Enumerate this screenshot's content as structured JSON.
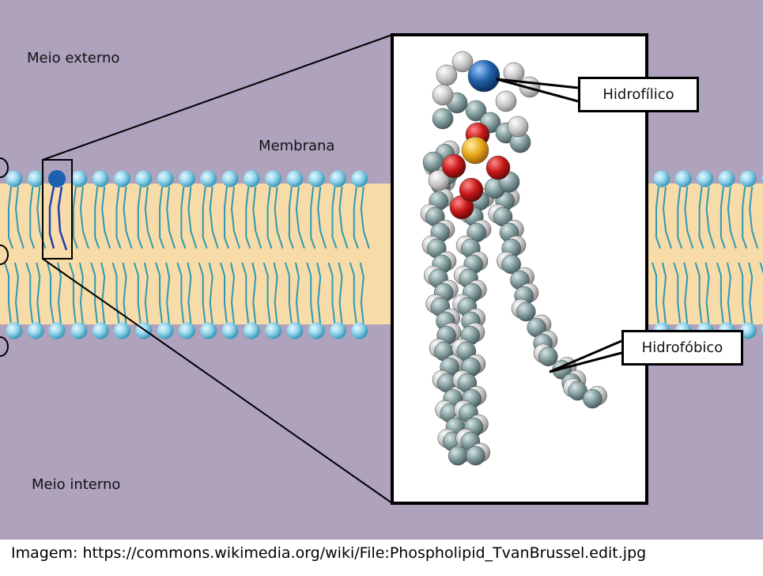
{
  "labels": {
    "external_medium": "Meio externo",
    "membrane": "Membrana",
    "internal_medium": "Meio interno",
    "hydrophilic": "Hidrofílico",
    "hydrophobic": "Hidrofóbico"
  },
  "caption": "Imagem: https://commons.wikimedia.org/wiki/File:Phospholipid_TvanBrussel.edit.jpg",
  "colors": {
    "background": "#aea2bd",
    "membrane_core": "#f7dba9",
    "head_light": "#9fdcee",
    "tail": "#2e9ab2",
    "highlight_head": "#1a62b0",
    "atom_carbon": "#7e9a9b",
    "atom_oxygen": "#c01818",
    "atom_phosphorus": "#e8a81c",
    "atom_nitrogen": "#1f5fa6",
    "atom_hydrogen": "#cfcfcf"
  }
}
